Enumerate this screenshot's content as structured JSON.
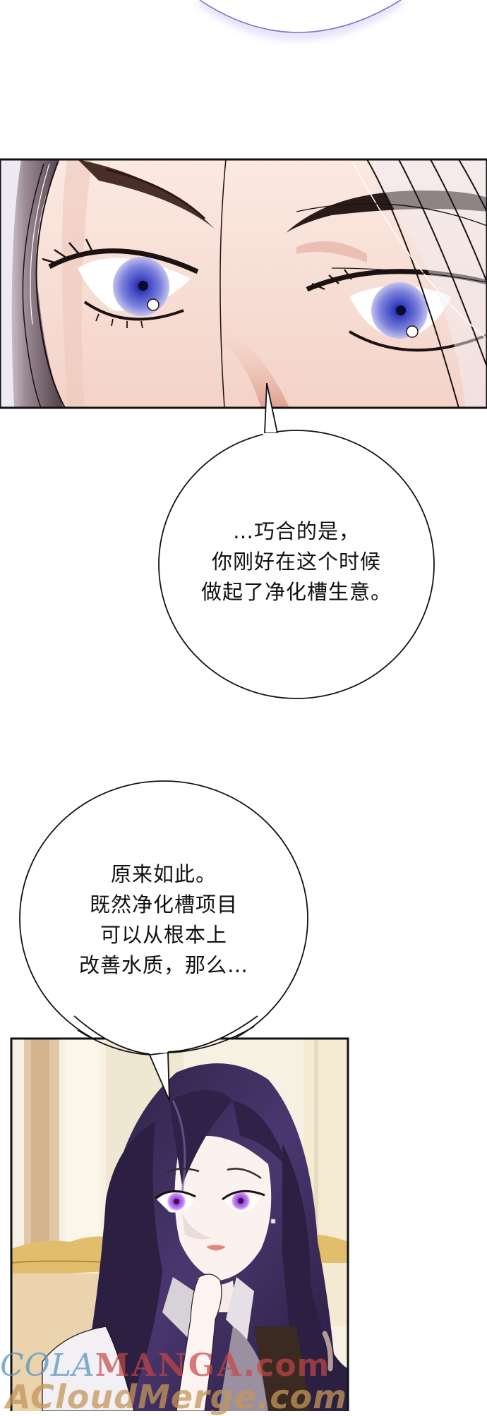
{
  "page": {
    "type": "webtoon-strip",
    "background": "#ffffff"
  },
  "top_bubble_fragment": {
    "outline_color": "#7a74cc",
    "glow_color": "#c9c4f2"
  },
  "panels": [
    {
      "id": "panel-eyes",
      "description": "Close-up of a dark-haired character's narrowed blue eyes",
      "colors": {
        "skin": "#f6dcd2",
        "skin_shadow": "#e2a79a",
        "iris": "#5a5fc8",
        "hair": "#5a4652",
        "border": "#111111"
      }
    },
    {
      "id": "panel-woman",
      "description": "Woman with long dark purple hair and violet eyes, hand at chin, seated on a golden sofa",
      "colors": {
        "hair": "#3a2c52",
        "hair_highlight": "#7a62a8",
        "iris": "#a65fe0",
        "sofa": "#e2bd6c",
        "curtain": "#e0c4a4",
        "blouse": "#f2f0f4",
        "vest": "#3a2a22",
        "border": "#111111"
      }
    }
  ],
  "speech_bubbles": [
    {
      "id": "bubble-1",
      "lines": [
        "…巧合的是，",
        "你刚好在这个时候",
        "做起了净化槽生意。"
      ]
    },
    {
      "id": "bubble-2",
      "lines": [
        "原来如此。",
        "既然净化槽项目",
        "可以从根本上",
        "改善水质，那么…"
      ]
    }
  ],
  "watermark": {
    "line1_part1": "COLA",
    "line1_part2": "MANGA",
    "line1_part3": ".com",
    "line2": "ACloudMerge.com"
  }
}
